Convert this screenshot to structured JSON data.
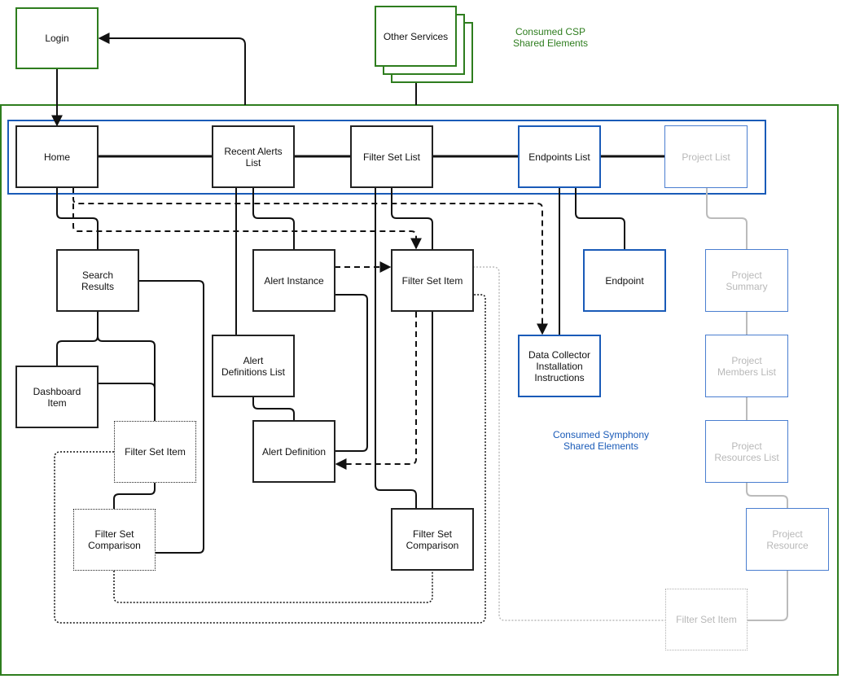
{
  "csp_label": "Consumed CSP\nShared Elements",
  "symphony_label": "Consumed Symphony\nShared Elements",
  "nodes": {
    "login": "Login",
    "other_services": "Other Services",
    "home": "Home",
    "recent_alerts": "Recent Alerts\nList",
    "filter_set_list": "Filter Set List",
    "endpoints_list": "Endpoints List",
    "project_list": "Project List",
    "search_results": "Search\nResults",
    "alert_instance": "Alert Instance",
    "filter_set_item_main": "Filter Set Item",
    "endpoint": "Endpoint",
    "project_summary": "Project\nSummary",
    "dashboard_item": "Dashboard\nItem",
    "alert_definitions_list": "Alert\nDefinitions List",
    "data_collector": "Data Collector\nInstallation\nInstructions",
    "project_members": "Project\nMembers List",
    "filter_set_item_dotted": "Filter Set Item",
    "alert_definition": "Alert Definition",
    "project_resources": "Project\nResources List",
    "filter_set_comparison_left": "Filter Set\nComparison",
    "filter_set_comparison_right": "Filter Set\nComparison",
    "project_resource": "Project\nResource",
    "filter_set_item_gray": "Filter Set Item"
  },
  "colors": {
    "green": "#2e7d1e",
    "blue": "#1a5bb8",
    "black": "#222222",
    "gray": "#bbbbbb"
  }
}
